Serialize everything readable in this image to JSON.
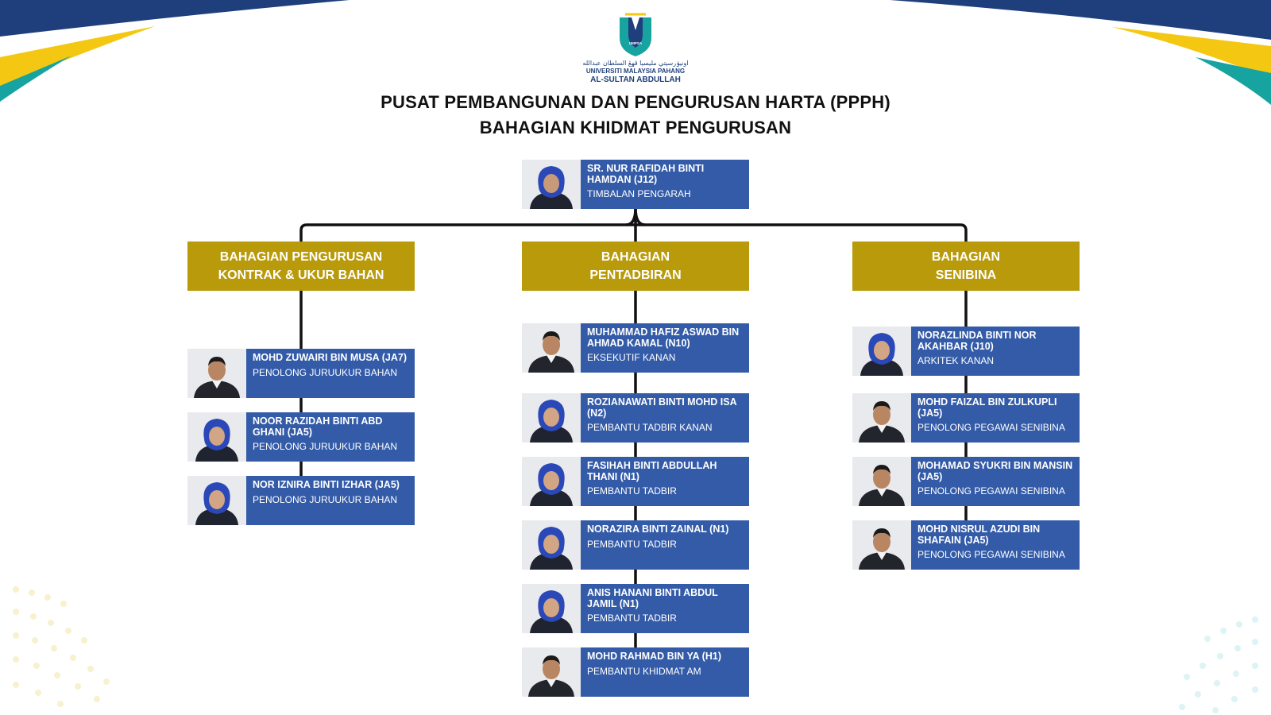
{
  "header": {
    "logo_arabic": "اونيۏرسيتي مليسيا ڤهڠ السلطان عبدالله",
    "logo_line1": "UNIVERSITI MALAYSIA PAHANG",
    "logo_line2": "AL-SULTAN ABDULLAH",
    "logo_badge": "UMPSA",
    "title1": "PUSAT PEMBANGUNAN DAN PENGURUSAN HARTA (PPPH)",
    "title2": "BAHAGIAN KHIDMAT PENGURUSAN"
  },
  "colors": {
    "card_blue": "#335ba8",
    "dept_gold": "#b89a0b",
    "logo_teal": "#17a3a0",
    "logo_navy": "#1e3f7c",
    "deco_yellow": "#f4c812",
    "deco_blue": "#1e3f7c"
  },
  "head": {
    "name": "SR. NUR RAFIDAH BINTI HAMDAN (J12)",
    "position": "TIMBALAN PENGARAH",
    "icon": "person-hijab-icon"
  },
  "departments": [
    {
      "line1": "BAHAGIAN PENGURUSAN",
      "line2": "KONTRAK & UKUR BAHAN",
      "members": [
        {
          "name": "MOHD ZUWAIRI BIN MUSA (JA7)",
          "position": "PENOLONG JURUUKUR BAHAN",
          "icon": "person-man-icon"
        },
        {
          "name": "NOOR RAZIDAH BINTI ABD GHANI (JA5)",
          "position": "PENOLONG JURUUKUR BAHAN",
          "icon": "person-hijab-icon"
        },
        {
          "name": "NOR IZNIRA BINTI IZHAR (JA5)",
          "position": "PENOLONG JURUUKUR BAHAN",
          "icon": "person-hijab-icon"
        }
      ]
    },
    {
      "line1": "BAHAGIAN",
      "line2": "PENTADBIRAN",
      "members": [
        {
          "name": "MUHAMMAD HAFIZ ASWAD BIN AHMAD KAMAL (N10)",
          "position": "EKSEKUTIF KANAN",
          "icon": "person-man-icon"
        },
        {
          "name": "ROZIANAWATI BINTI MOHD ISA (N2)",
          "position": "PEMBANTU TADBIR KANAN",
          "icon": "person-hijab-icon"
        },
        {
          "name": "FASIHAH BINTI ABDULLAH THANI (N1)",
          "position": "PEMBANTU TADBIR",
          "icon": "person-hijab-icon"
        },
        {
          "name": "NORAZIRA BINTI ZAINAL (N1)",
          "position": "PEMBANTU TADBIR",
          "icon": "person-hijab-icon"
        },
        {
          "name": "ANIS HANANI BINTI ABDUL JAMIL (N1)",
          "position": "PEMBANTU TADBIR",
          "icon": "person-hijab-icon"
        },
        {
          "name": "MOHD RAHMAD BIN YA (H1)",
          "position": "PEMBANTU KHIDMAT AM",
          "icon": "person-man-icon"
        }
      ]
    },
    {
      "line1": "BAHAGIAN",
      "line2": "SENIBINA",
      "members": [
        {
          "name": "NORAZLINDA BINTI NOR AKAHBAR (J10)",
          "position": "ARKITEK KANAN",
          "icon": "person-hijab-icon"
        },
        {
          "name": "MOHD FAIZAL BIN ZULKUPLI (JA5)",
          "position": "PENOLONG PEGAWAI SENIBINA",
          "icon": "person-man-icon"
        },
        {
          "name": "MOHAMAD SYUKRI BIN MANSIN (JA5)",
          "position": "PENOLONG PEGAWAI SENIBINA",
          "icon": "person-man-icon"
        },
        {
          "name": "MOHD NISRUL AZUDI BIN SHAFAIN (JA5)",
          "position": "PENOLONG PEGAWAI SENIBINA",
          "icon": "person-man-icon"
        }
      ]
    }
  ]
}
